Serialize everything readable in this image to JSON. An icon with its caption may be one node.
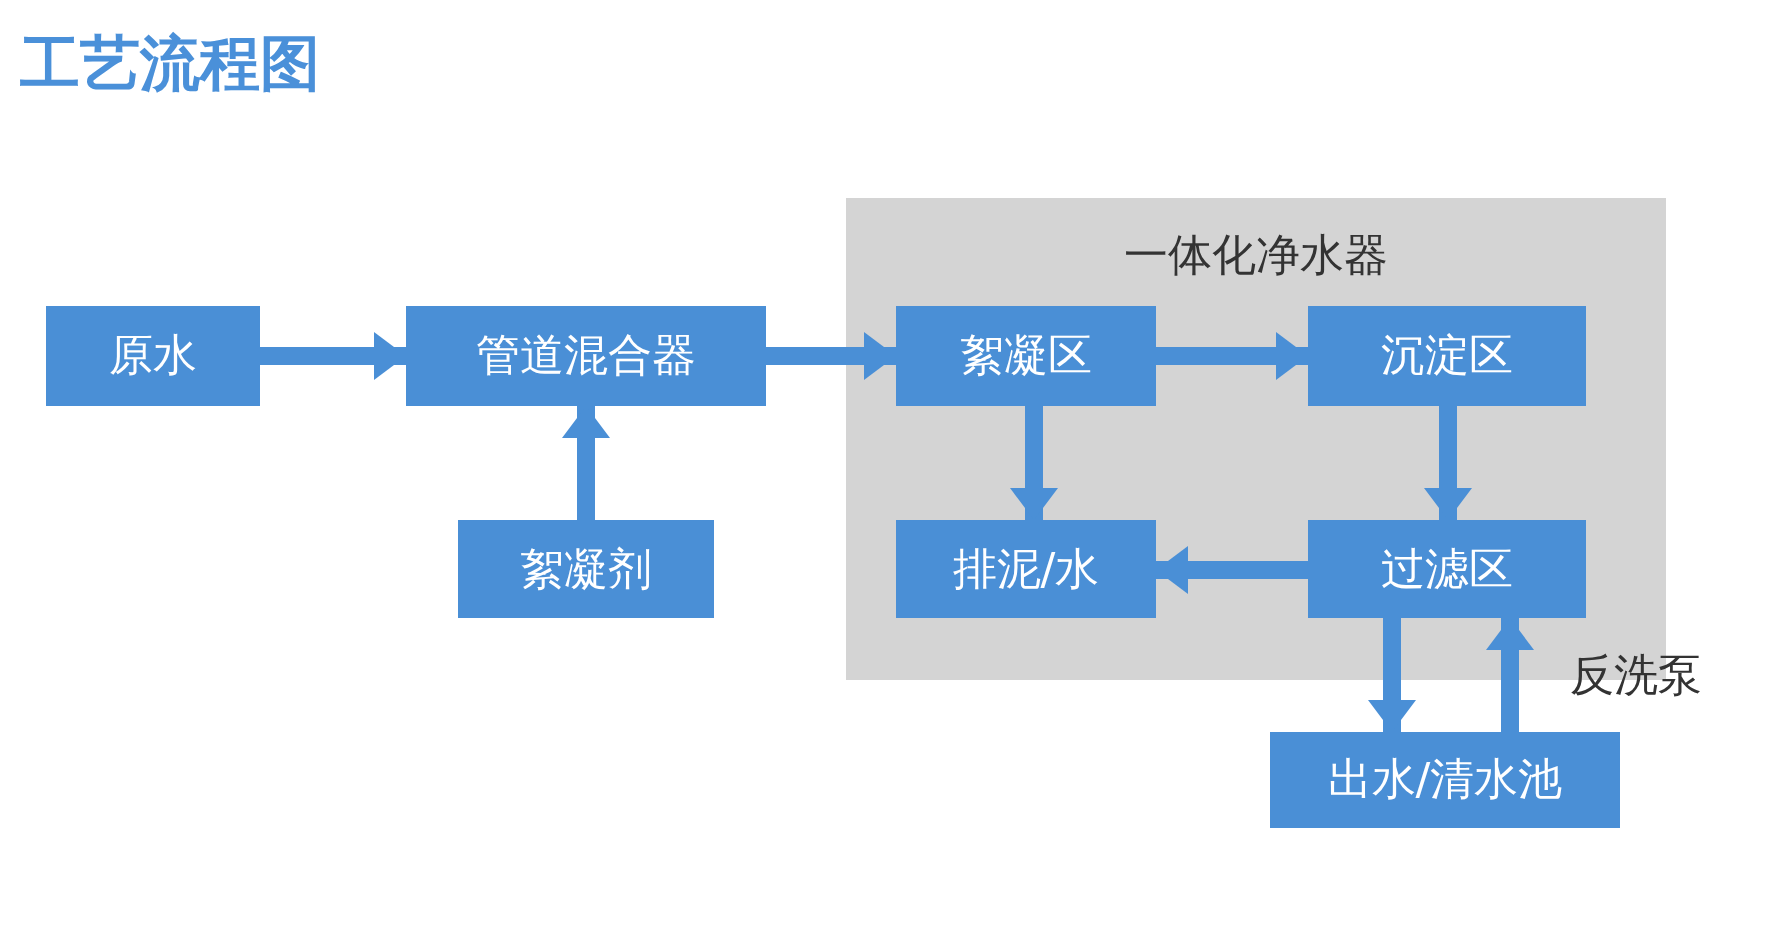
{
  "diagram": {
    "title": "工艺流程图",
    "nodes": [
      {
        "text": [
          "原水"
        ]
      },
      {
        "text": [
          "管道混合器"
        ]
      },
      {
        "text": [
          "絮凝剂"
        ]
      },
      {
        "text": [
          "一体化净水器"
        ]
      },
      {
        "text": [
          "絮凝区"
        ],
        "in": 3
      },
      {
        "text": [
          "沉淀区"
        ],
        "in": 3
      },
      {
        "text": [
          "排泥/水"
        ],
        "in": 3
      },
      {
        "text": [
          "过滤区"
        ],
        "in": 3
      },
      {
        "text": [
          "出水/清水池"
        ]
      }
    ],
    "edges": [
      {
        "from": 0,
        "to": 1,
        "arrow": "to"
      },
      {
        "from": 2,
        "to": 1,
        "arrow": "to"
      },
      {
        "from": 1,
        "to": 4,
        "arrow": "to"
      },
      {
        "from": 4,
        "to": 5,
        "arrow": "to"
      },
      {
        "from": 4,
        "to": 6,
        "arrow": "to"
      },
      {
        "from": 5,
        "to": 7,
        "arrow": "to"
      },
      {
        "from": 7,
        "to": 6,
        "arrow": "to"
      },
      {
        "from": 7,
        "to": 8,
        "arrow": "to"
      },
      {
        "from": 8,
        "to": 7,
        "arrow": "to",
        "label": "反洗泵"
      }
    ]
  }
}
